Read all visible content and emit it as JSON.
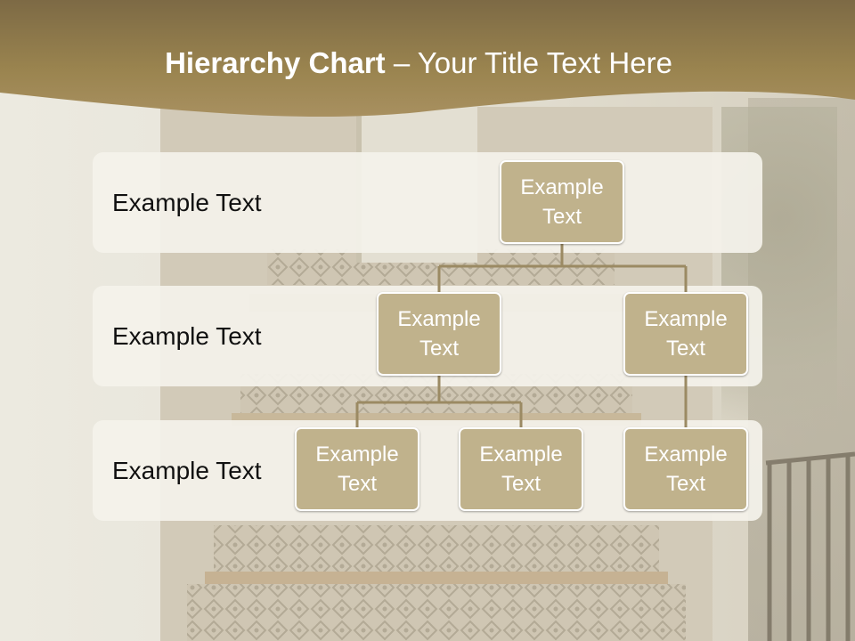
{
  "slide": {
    "title_bold": "Hierarchy Chart",
    "title_rest": " – Your Title Text Here"
  },
  "bands": [
    {
      "label": "Example Text"
    },
    {
      "label": "Example Text"
    },
    {
      "label": "Example Text"
    }
  ],
  "nodes": [
    {
      "text": "Example Text"
    },
    {
      "text": "Example Text"
    },
    {
      "text": "Example Text"
    },
    {
      "text": "Example Text"
    },
    {
      "text": "Example Text"
    },
    {
      "text": "Example Text"
    }
  ],
  "colors": {
    "header_brown": "#a48c57",
    "node_fill": "#c0b28c",
    "connector": "#9b8a63",
    "band_fill": "#f4f2eb"
  }
}
